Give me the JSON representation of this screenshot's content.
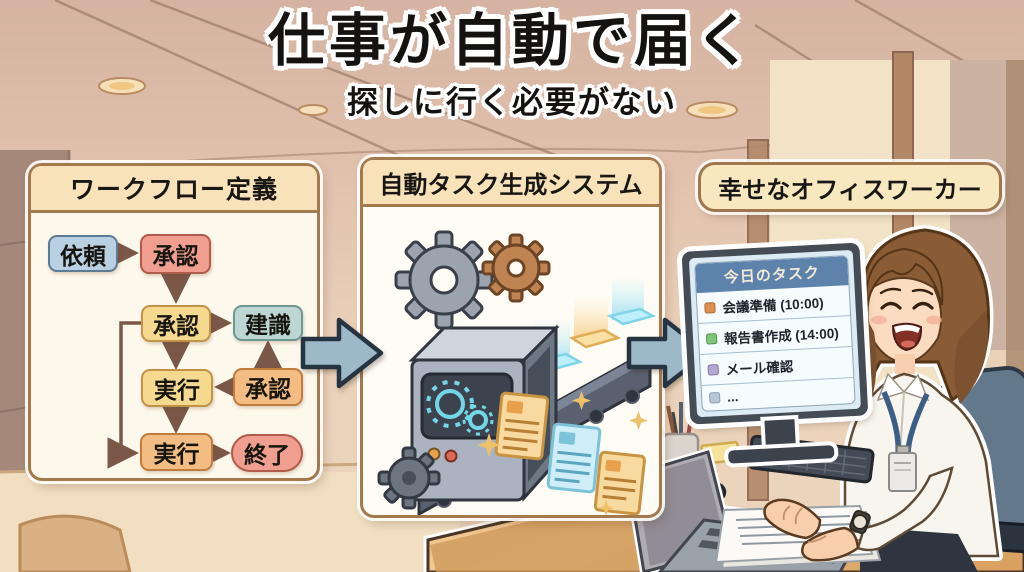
{
  "title": {
    "main": "仕事が自動で届く",
    "subtitle": "探しに行く必要がない"
  },
  "panels": {
    "workflow": {
      "header": "ワークフロー定義",
      "nodes": [
        {
          "id": "request",
          "label": "依頼",
          "color": "#b9cfe2"
        },
        {
          "id": "approve-1",
          "label": "承認",
          "color": "#ef9e90"
        },
        {
          "id": "approve-2",
          "label": "承認",
          "color": "#f5d98e"
        },
        {
          "id": "advise",
          "label": "建識",
          "color": "#bdd5d3"
        },
        {
          "id": "execute-1",
          "label": "実行",
          "color": "#f5d98e"
        },
        {
          "id": "approve-3",
          "label": "承認",
          "color": "#f2bc82"
        },
        {
          "id": "execute-2",
          "label": "実行",
          "color": "#f2bc82"
        },
        {
          "id": "end",
          "label": "終了",
          "color": "#ef9e90"
        }
      ]
    },
    "generator": {
      "header": "自動タスク生成システム"
    },
    "worker": {
      "header": "幸せなオフィスワーカー"
    }
  },
  "monitor": {
    "header": "今日のタスク",
    "tasks": [
      {
        "label": "会議準備 (10:00)",
        "bullet_color": "#dd8f50"
      },
      {
        "label": "報告書作成 (14:00)",
        "bullet_color": "#7fc578"
      },
      {
        "label": "メール確認",
        "bullet_color": "#b3a7d6"
      },
      {
        "label": "...",
        "bullet_color": "#b9c7d6"
      }
    ]
  },
  "colors": {
    "panel_border": "#a5794e",
    "panel_header_bg": "#f7e2ba",
    "panel_body_bg": "#fdf8ec",
    "flow_arrow": "#7a5747",
    "big_arrow_fill": "#9db9c8",
    "big_arrow_outline": "#263442",
    "monitor_header_bg": "#5d82ab",
    "ceiling": "#d7b6a6",
    "desk_wood": "#e0ae72"
  }
}
